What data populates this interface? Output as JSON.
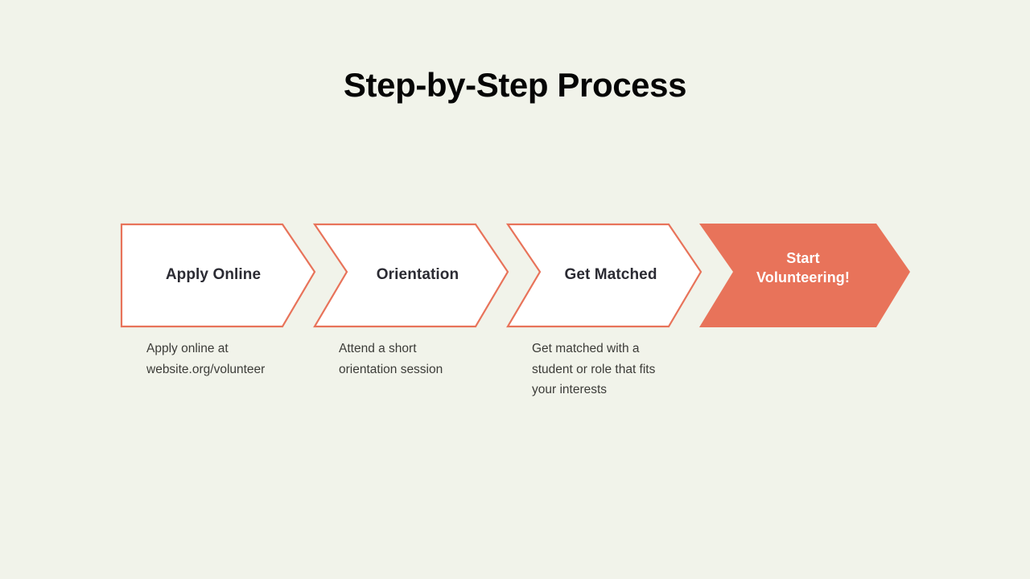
{
  "slide": {
    "title": "Step-by-Step Process",
    "background_color": "#F1F3EA",
    "accent_color": "#E8735A",
    "text_color": "#2B2B33",
    "caption_color": "#3C3C38"
  },
  "steps": [
    {
      "label": "Apply Online",
      "style": "outline",
      "caption_lines": [
        "Apply online at",
        "website.org/volunteer"
      ]
    },
    {
      "label": "Orientation",
      "style": "outline",
      "caption_lines": [
        "Attend a short",
        "orientation session"
      ]
    },
    {
      "label": "Get Matched",
      "style": "outline",
      "caption_lines": [
        "Get matched with a",
        "student or role that fits",
        "your interests"
      ]
    },
    {
      "label_lines": [
        "Start",
        "Volunteering!"
      ],
      "label": "Start Volunteering!",
      "style": "filled",
      "caption_lines": []
    }
  ]
}
